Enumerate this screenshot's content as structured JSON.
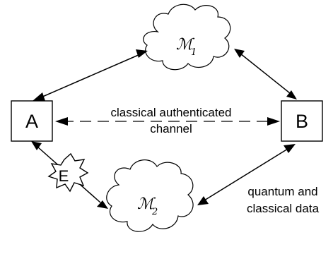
{
  "nodes": {
    "a": "A",
    "b": "B",
    "e": "E"
  },
  "clouds": {
    "m1": {
      "symbol": "ℳ",
      "subscript": "1"
    },
    "m2": {
      "symbol": "ℳ",
      "subscript": "2"
    }
  },
  "edges": {
    "classical_line1": "classical authenticated",
    "classical_line2": "channel",
    "quantum_line1": "quantum and",
    "quantum_line2": "classical data"
  }
}
